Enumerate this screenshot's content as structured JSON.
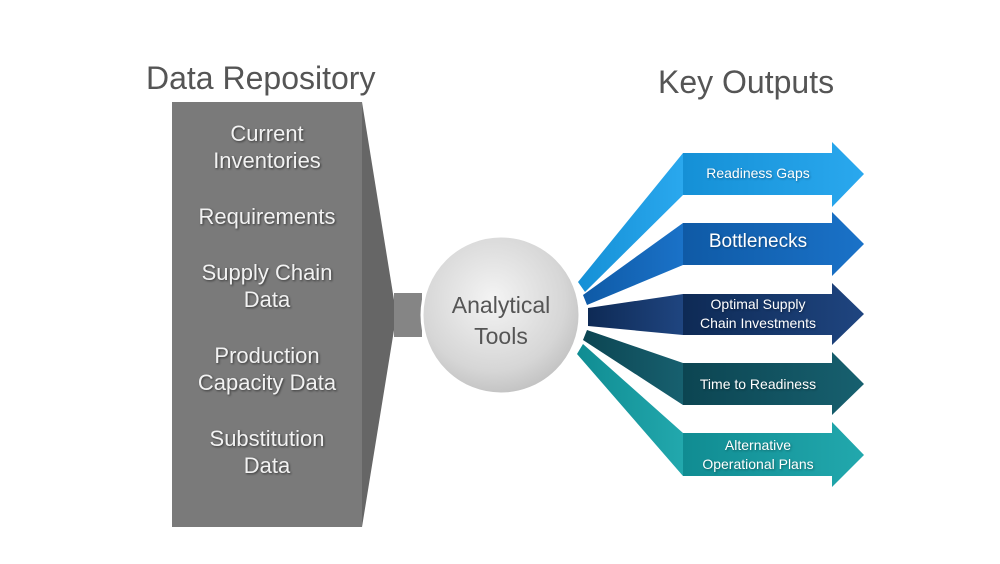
{
  "repository": {
    "title": "Data Repository",
    "items": [
      {
        "line1": "Current",
        "line2": "Inventories"
      },
      {
        "line1": "Requirements",
        "line2": ""
      },
      {
        "line1": "Supply Chain",
        "line2": "Data"
      },
      {
        "line1": "Production",
        "line2": "Capacity Data"
      },
      {
        "line1": "Substitution",
        "line2": "Data"
      }
    ]
  },
  "hub": {
    "line1": "Analytical",
    "line2": "Tools"
  },
  "outputs": {
    "title": "Key Outputs",
    "items": [
      {
        "line1": "Readiness Gaps",
        "line2": "",
        "color": "#1e9be0"
      },
      {
        "line1": "Bottlenecks",
        "line2": "",
        "color": "#1467b8"
      },
      {
        "line1": "Optimal Supply",
        "line2": "Chain Investments",
        "color": "#1a3a6e"
      },
      {
        "line1": "Time to Readiness",
        "line2": "",
        "color": "#13596a"
      },
      {
        "line1": "Alternative",
        "line2": "Operational Plans",
        "color": "#1a9ea3"
      }
    ]
  },
  "colors": {
    "repo_face": "#7a7a7a",
    "repo_side": "#666666",
    "hub_fill": "#dcdcdc",
    "title_text": "#555555"
  }
}
